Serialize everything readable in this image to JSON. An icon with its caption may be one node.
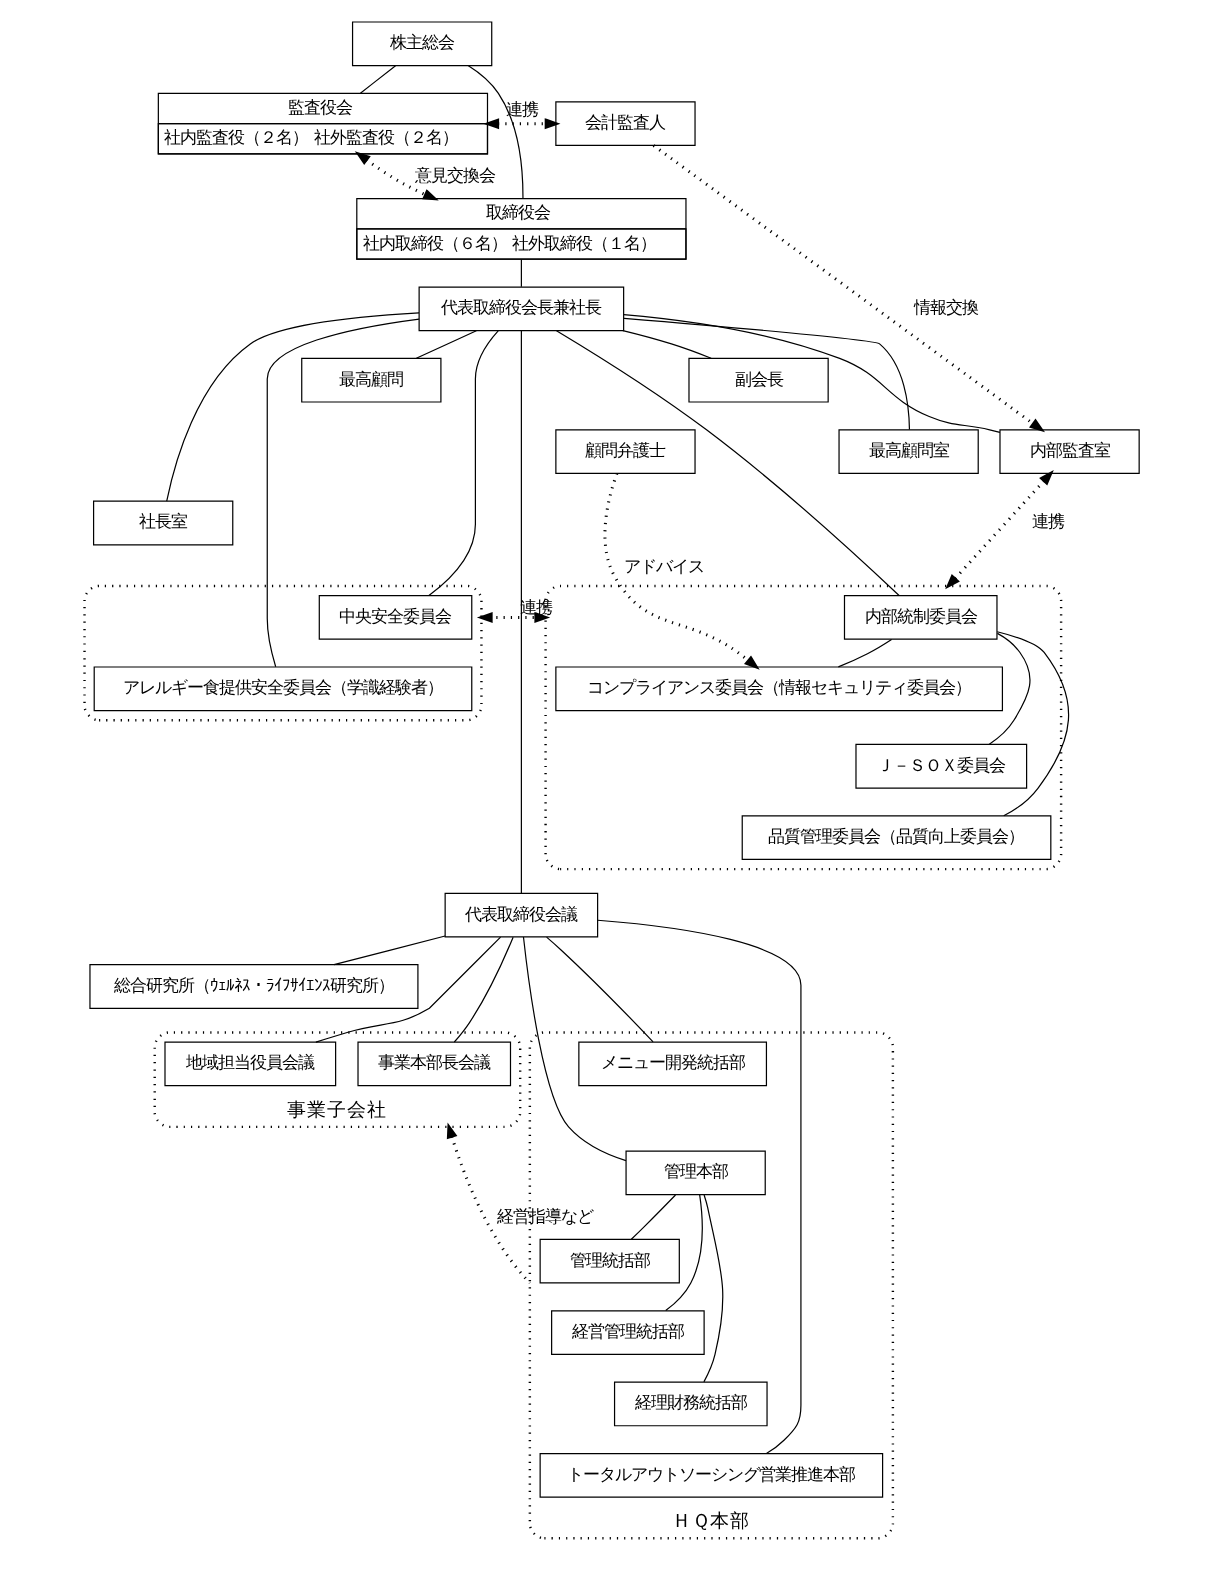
{
  "diagram": {
    "nodes": [
      {
        "text": [
          "株主総会"
        ]
      },
      {
        "text": [
          "監査役会",
          "社内監査役（２名） 社外監査役（２名）"
        ]
      },
      {
        "text": [
          "会計監査人"
        ]
      },
      {
        "text": [
          "取締役会",
          "社内取締役（６名） 社外取締役（１名）"
        ]
      },
      {
        "text": [
          "代表取締役会長兼社長"
        ]
      },
      {
        "text": [
          "最高顧問"
        ]
      },
      {
        "text": [
          "副会長"
        ]
      },
      {
        "text": [
          "最高顧問室"
        ]
      },
      {
        "text": [
          "社長室"
        ]
      },
      {
        "text": [
          "内部監査室"
        ]
      },
      {
        "text": [
          "顧問弁護士"
        ]
      },
      {
        "text": [],
        "shape": "box"
      },
      {
        "text": [
          "中央安全委員会"
        ],
        "in": 11
      },
      {
        "text": [
          "アレルギー食提供安全委員会（学識経験者）"
        ],
        "in": 11
      },
      {
        "text": [],
        "shape": "box"
      },
      {
        "text": [
          "内部統制委員会"
        ],
        "in": 14
      },
      {
        "text": [
          "コンプライアンス委員会（情報セキュリティ委員会）"
        ],
        "in": 14
      },
      {
        "text": [
          "Ｊ－ＳＯＸ委員会"
        ],
        "in": 14
      },
      {
        "text": [
          "品質管理委員会（品質向上委員会）"
        ],
        "in": 14
      },
      {
        "text": [
          "代表取締役会議"
        ]
      },
      {
        "text": [
          "総合研究所（ｳｪﾙﾈｽ・ﾗｲﾌｻｲｴﾝｽ研究所）"
        ]
      },
      {
        "text": [
          "事業子会社"
        ]
      },
      {
        "text": [
          "事業本部長会議"
        ],
        "in": 21
      },
      {
        "text": [
          "地域担当役員会議"
        ],
        "in": 21
      },
      {
        "text": [
          "ＨＱ本部"
        ]
      },
      {
        "text": [
          "メニュー開発統括部"
        ],
        "in": 24
      },
      {
        "text": [
          "管理本部"
        ],
        "in": 24
      },
      {
        "text": [
          "管理統括部"
        ],
        "in": 24
      },
      {
        "text": [
          "経営管理統括部"
        ],
        "in": 24
      },
      {
        "text": [
          "経理財務統括部"
        ],
        "in": 24
      },
      {
        "text": [
          "トータルアウトソーシング営業推進本部"
        ],
        "in": 24
      }
    ],
    "edges": [
      {
        "from": 0,
        "to": 1,
        "arrow": "none"
      },
      {
        "from": 0,
        "to": 3,
        "arrow": "none"
      },
      {
        "from": 3,
        "to": 4,
        "arrow": "none"
      },
      {
        "from": 1,
        "to": 2,
        "arrow": "both",
        "label": "連携",
        "style": "dashed"
      },
      {
        "from": 1,
        "to": 3,
        "arrow": "both",
        "label": "意見交換会",
        "style": "dashed"
      },
      {
        "from": 2,
        "to": 9,
        "arrow": "to",
        "label": "情報交換",
        "style": "dashed"
      },
      {
        "from": 4,
        "to": 5,
        "arrow": "none"
      },
      {
        "from": 4,
        "to": 6,
        "arrow": "none"
      },
      {
        "from": 4,
        "to": 7,
        "arrow": "none"
      },
      {
        "from": 4,
        "to": 8,
        "arrow": "none"
      },
      {
        "from": 4,
        "to": 9,
        "arrow": "none"
      },
      {
        "from": 9,
        "to": 14,
        "arrow": "both",
        "label": "連携",
        "style": "dashed"
      },
      {
        "from": 10,
        "to": 16,
        "arrow": "to",
        "label": "アドバイス",
        "style": "dashed"
      },
      {
        "from": 4,
        "to": 12,
        "arrow": "none"
      },
      {
        "from": 4,
        "to": 13,
        "arrow": "none"
      },
      {
        "from": 11,
        "to": 14,
        "arrow": "both",
        "label": "連携",
        "style": "dashed"
      },
      {
        "from": 4,
        "to": 15,
        "arrow": "none"
      },
      {
        "from": 15,
        "to": 16,
        "arrow": "none"
      },
      {
        "from": 15,
        "to": 17,
        "arrow": "none"
      },
      {
        "from": 15,
        "to": 18,
        "arrow": "none"
      },
      {
        "from": 4,
        "to": 19,
        "arrow": "none"
      },
      {
        "from": 19,
        "to": 20,
        "arrow": "none"
      },
      {
        "from": 19,
        "to": 22,
        "arrow": "none"
      },
      {
        "from": 19,
        "to": 23,
        "arrow": "none"
      },
      {
        "from": 19,
        "to": 25,
        "arrow": "none"
      },
      {
        "from": 19,
        "to": 26,
        "arrow": "none"
      },
      {
        "from": 26,
        "to": 27,
        "arrow": "none"
      },
      {
        "from": 26,
        "to": 28,
        "arrow": "none"
      },
      {
        "from": 26,
        "to": 29,
        "arrow": "none"
      },
      {
        "from": 19,
        "to": 30,
        "arrow": "none"
      },
      {
        "from": 24,
        "to": 21,
        "arrow": "to",
        "label": "経営指導など",
        "style": "dashed"
      }
    ]
  }
}
